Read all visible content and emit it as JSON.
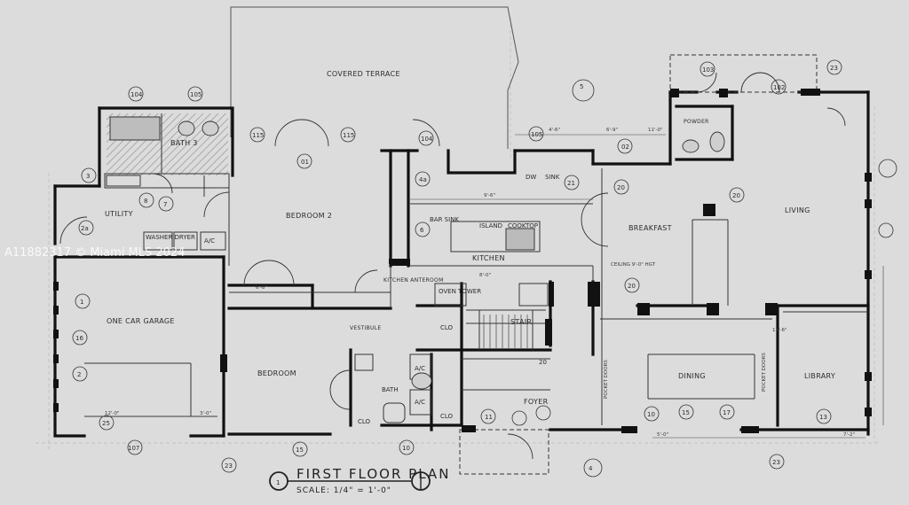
{
  "rooms": [
    {
      "id": "covered-terrace",
      "label": "COVERED TERRACE"
    },
    {
      "id": "bath-3",
      "label": "BATH 3"
    },
    {
      "id": "utility",
      "label": "UTILITY"
    },
    {
      "id": "bedroom-2",
      "label": "BEDROOM 2"
    },
    {
      "id": "garage",
      "label": "ONE CAR GARAGE"
    },
    {
      "id": "bedroom",
      "label": "BEDROOM"
    },
    {
      "id": "kitchen",
      "label": "KITCHEN"
    },
    {
      "id": "kitchen-anteroom",
      "label": "KITCHEN ANTEROOM"
    },
    {
      "id": "vestibule",
      "label": "VESTIBULE"
    },
    {
      "id": "stair",
      "label": "STAIR"
    },
    {
      "id": "foyer",
      "label": "FOYER"
    },
    {
      "id": "breakfast",
      "label": "BREAKFAST"
    },
    {
      "id": "living",
      "label": "LIVING"
    },
    {
      "id": "dining",
      "label": "DINING"
    },
    {
      "id": "library",
      "label": "LIBRARY"
    },
    {
      "id": "powder",
      "label": "POWDER"
    }
  ],
  "fixtures": [
    {
      "id": "island",
      "label": "ISLAND"
    },
    {
      "id": "cooktop",
      "label": "COOKTOP"
    },
    {
      "id": "oven",
      "label": "OVEN TOWER"
    },
    {
      "id": "bar-sink",
      "label": "BAR SINK"
    },
    {
      "id": "washer-dryer",
      "label": "WASHER DRYER"
    },
    {
      "id": "ac-1",
      "label": "A/C"
    },
    {
      "id": "ac-2",
      "label": "A/C"
    },
    {
      "id": "ac-3",
      "label": "A/C"
    },
    {
      "id": "clo-1",
      "label": "CLO"
    },
    {
      "id": "clo-2",
      "label": "CLO"
    },
    {
      "id": "clo-3",
      "label": "CLO"
    },
    {
      "id": "bath",
      "label": "BATH"
    },
    {
      "id": "dw",
      "label": "DW"
    },
    {
      "id": "sink",
      "label": "SINK"
    }
  ],
  "tags": [
    "104",
    "105",
    "115",
    "115",
    "103",
    "104",
    "105",
    "102",
    "01",
    "02",
    "21",
    "20",
    "20",
    "20",
    "20",
    "23",
    "23",
    "107",
    "23",
    "10",
    "11",
    "10",
    "13",
    "15",
    "25",
    "16",
    "1",
    "2",
    "3",
    "7",
    "8",
    "5",
    "4",
    "6",
    "4a",
    "2a",
    "15",
    "17"
  ],
  "dims": [
    "12'-0\"",
    "9'-6\"",
    "8'-0\"",
    "6'-9\"",
    "11'-0\"",
    "13'-6\"",
    "4'-6\"",
    "3'-0\"",
    "5'-0\"",
    "7'-2\"",
    "6'-8\""
  ],
  "notes": {
    "mls": "A11882317 © Miami MLS 2024",
    "ceiling": "CEILING 9'-0\" HGT",
    "pocket": "POCKET DOORS"
  },
  "title": {
    "text": "FIRST FLOOR PLAN",
    "scale": "SCALE: 1/4\" = 1'-0\"",
    "marker": "1"
  },
  "colors": {
    "paper": "#dcdcdc",
    "ink": "#2b2b2b",
    "wall": "#111111"
  }
}
